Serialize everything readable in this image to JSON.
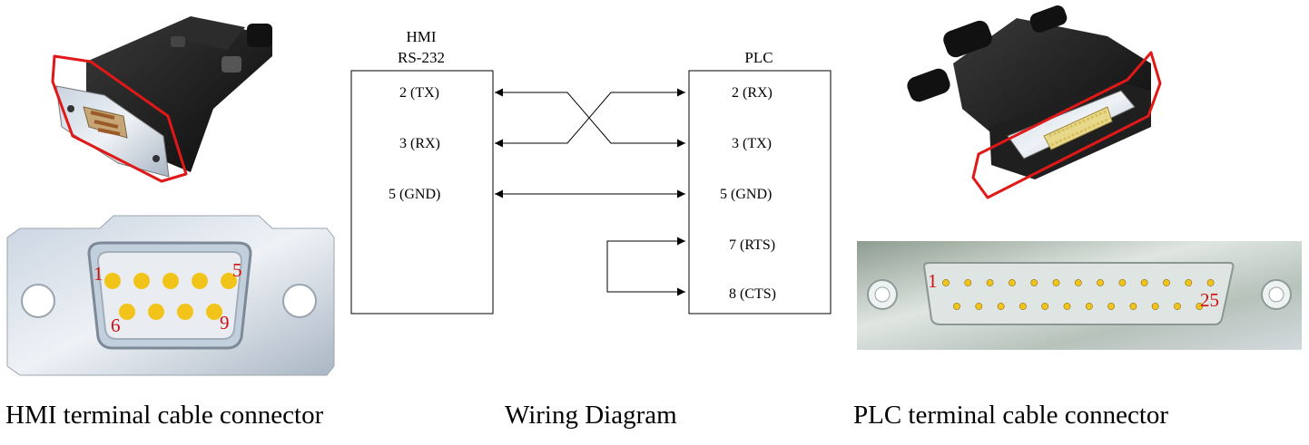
{
  "hmi_photo": {
    "pin_labels": [
      "1",
      "5",
      "6",
      "9"
    ]
  },
  "plc_photo": {
    "pin_labels": [
      "1",
      "25"
    ]
  },
  "diagram": {
    "hmi_header": [
      "HMI",
      "RS-232"
    ],
    "plc_header": "PLC",
    "hmi_pins": [
      "2 (TX)",
      "3 (RX)",
      "5 (GND)"
    ],
    "plc_pins": [
      "2 (RX)",
      "3 (TX)",
      "5 (GND)",
      "7 (RTS)",
      "8 (CTS)"
    ]
  },
  "captions": {
    "hmi": "HMI terminal cable connector",
    "wiring": "Wiring Diagram",
    "plc": "PLC terminal cable connector"
  },
  "colors": {
    "pin_gold": "#f2c41a",
    "pin_number_red": "#d01010",
    "outline_red": "#e01818",
    "connector_black": "#1a1a1a"
  }
}
